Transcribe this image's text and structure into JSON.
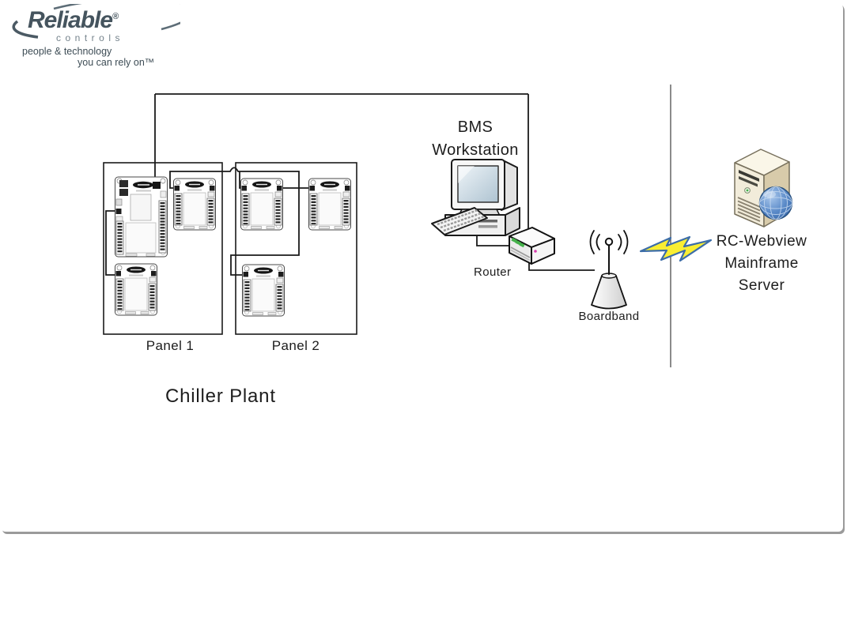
{
  "logo": {
    "brand": "Reliable",
    "registered_mark": "®",
    "sub_brand": "controls",
    "tagline_line1": "people & technology",
    "tagline_line2": "you can rely on™"
  },
  "chiller_plant": {
    "title": "Chiller Plant",
    "panels": [
      {
        "label": "Panel 1"
      },
      {
        "label": "Panel 2"
      }
    ]
  },
  "workstation": {
    "line1": "BMS",
    "line2": "Workstation"
  },
  "router": {
    "label": "Router"
  },
  "broadband": {
    "label": "Boardband"
  },
  "server": {
    "line1": "RC-Webview",
    "line2": "Mainframe",
    "line3": "Server"
  },
  "colors": {
    "wire": "#1a1a1a",
    "separator": "#6e6e6e",
    "lightning_fill": "#f9ee32",
    "lightning_stroke": "#3c6da8",
    "led_green": "#44b04a",
    "server_front": "#f2ecda",
    "server_side": "#d8cbaa",
    "globe": "#4a7cc0",
    "logo_dark": "#45545e",
    "logo_gray": "#75838c"
  }
}
